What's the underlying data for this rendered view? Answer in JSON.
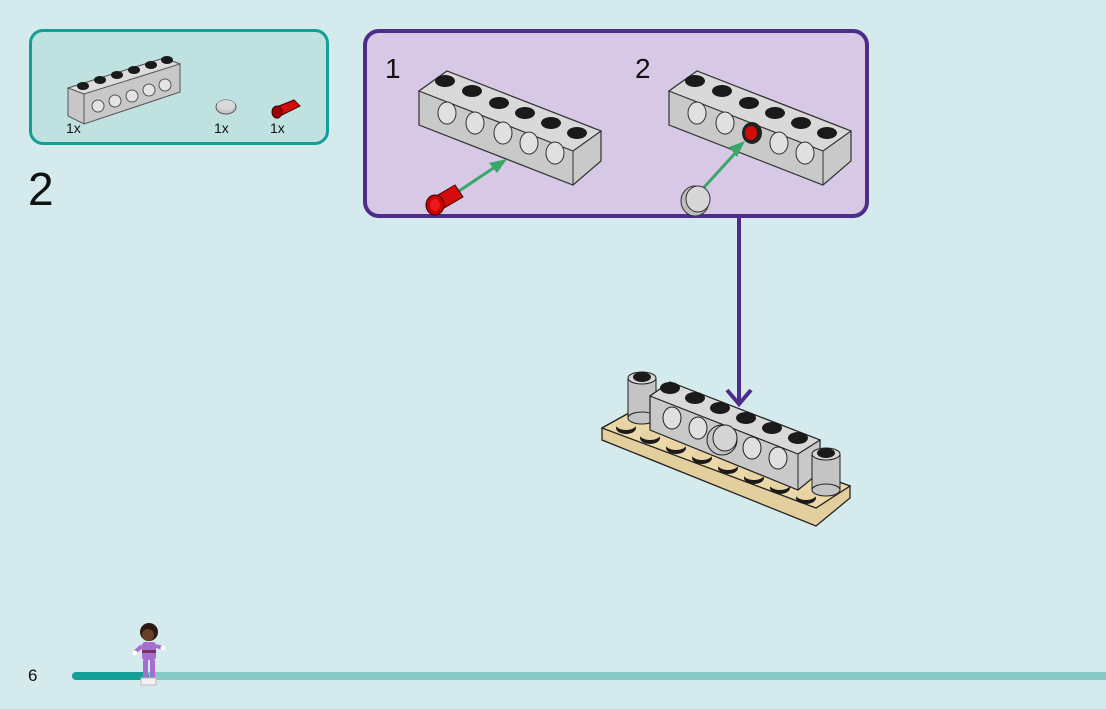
{
  "step": {
    "number": "2"
  },
  "parts_list": {
    "items": [
      {
        "name": "technic-brick-1x6-light-gray",
        "quantity": "1x"
      },
      {
        "name": "round-tile-1x1-light-gray",
        "quantity": "1x"
      },
      {
        "name": "technic-pin-connector-red",
        "quantity": "1x"
      }
    ]
  },
  "substeps": [
    {
      "number": "1",
      "action": "insert red pin into brick hole"
    },
    {
      "number": "2",
      "action": "attach gray round tile onto red pin"
    }
  ],
  "colors": {
    "parts_box_border": "#139e97",
    "substep_box_border": "#4e2d8a",
    "arrow_green": "#3aa768",
    "arrow_purple": "#4e2d8a",
    "brick_gray": "#c9c9c9",
    "pin_red": "#d40b0b",
    "plate_tan": "#e3cf9d",
    "background": "#d5eaec"
  },
  "footer": {
    "page_number": "6",
    "progress_fraction": 0.074
  }
}
